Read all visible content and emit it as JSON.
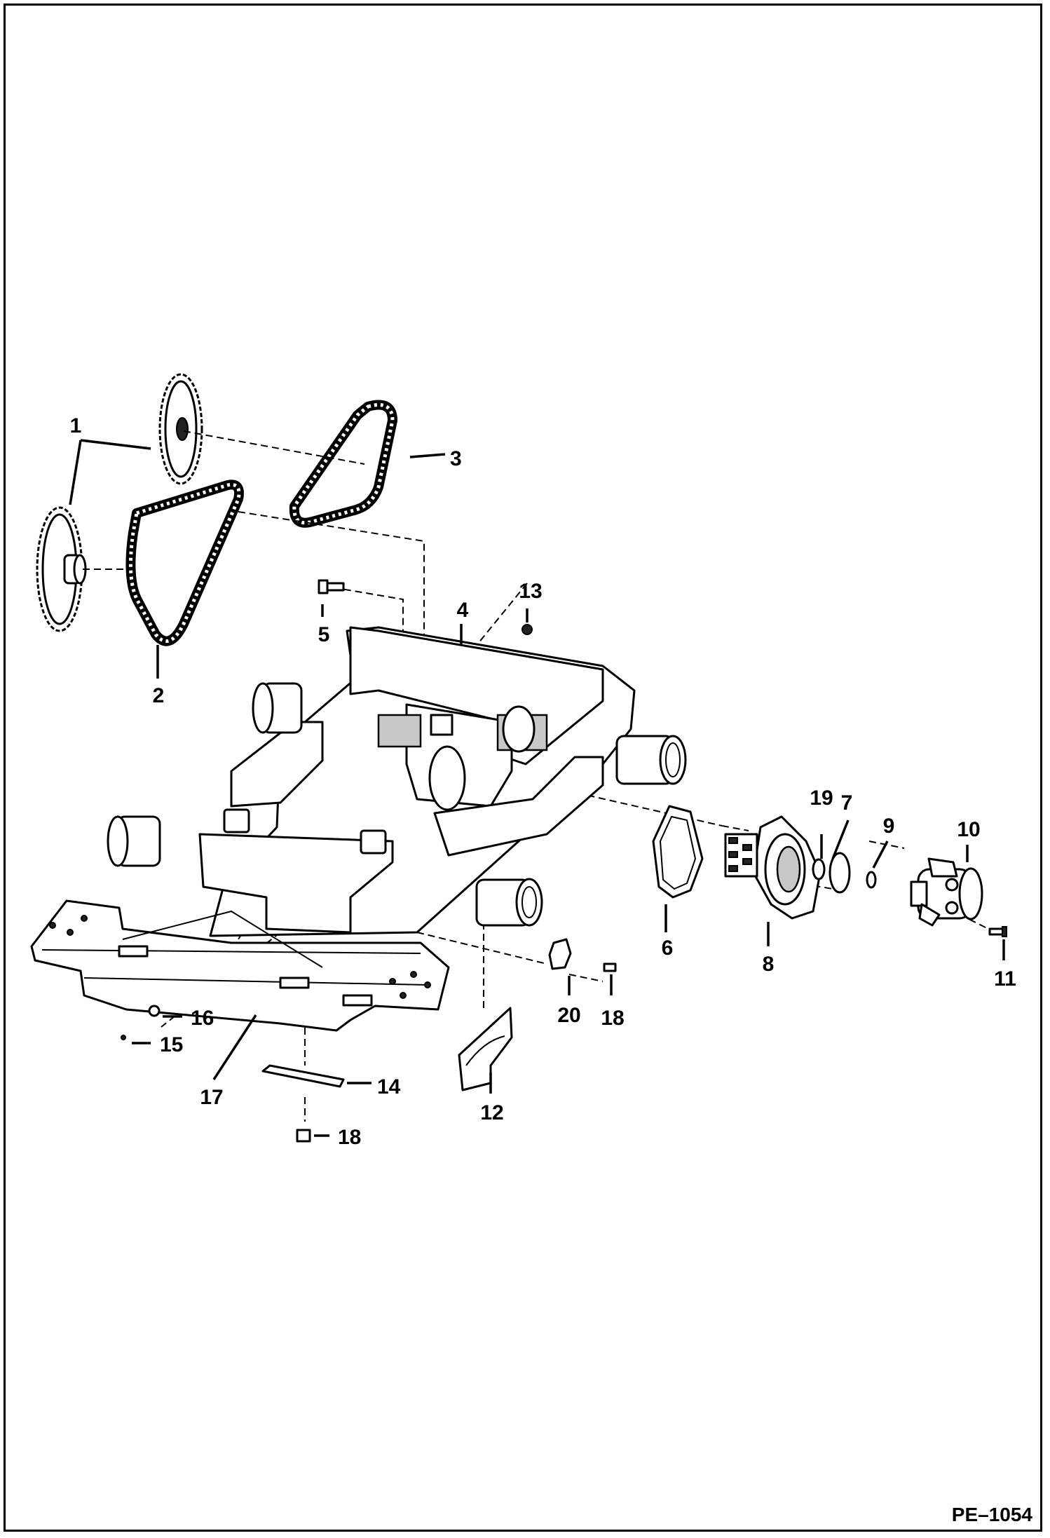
{
  "figure": {
    "reference_code": "PE–1054"
  },
  "callouts": [
    {
      "id": "1",
      "label": "1"
    },
    {
      "id": "2",
      "label": "2"
    },
    {
      "id": "3",
      "label": "3"
    },
    {
      "id": "4",
      "label": "4"
    },
    {
      "id": "5",
      "label": "5"
    },
    {
      "id": "6",
      "label": "6"
    },
    {
      "id": "7",
      "label": "7"
    },
    {
      "id": "8",
      "label": "8"
    },
    {
      "id": "9",
      "label": "9"
    },
    {
      "id": "10",
      "label": "10"
    },
    {
      "id": "11",
      "label": "11"
    },
    {
      "id": "12",
      "label": "12"
    },
    {
      "id": "13",
      "label": "13"
    },
    {
      "id": "14",
      "label": "14"
    },
    {
      "id": "15",
      "label": "15"
    },
    {
      "id": "16",
      "label": "16"
    },
    {
      "id": "17",
      "label": "17"
    },
    {
      "id": "18a",
      "label": "18"
    },
    {
      "id": "18b",
      "label": "18"
    },
    {
      "id": "19",
      "label": "19"
    },
    {
      "id": "20",
      "label": "20"
    }
  ]
}
